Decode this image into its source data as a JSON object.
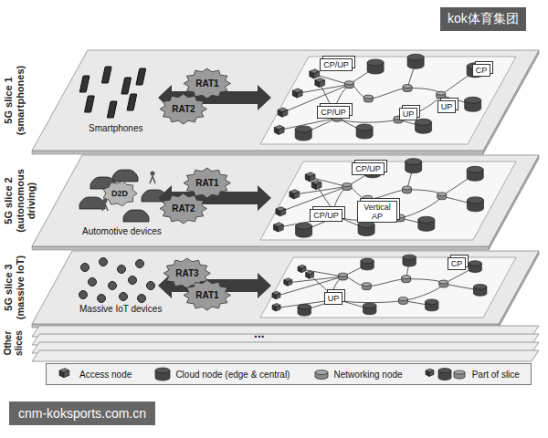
{
  "diagram": {
    "nodes": [
      {
        "text": [
          "5G slice 1 (smartphones)",
          "Smartphones"
        ]
      },
      {
        "text": [
          "RAT1"
        ],
        "in": 0
      },
      {
        "text": [
          "RAT2"
        ],
        "in": 0
      },
      {
        "text": [
          "CP/UP"
        ],
        "in": 0
      },
      {
        "text": [
          "CP"
        ],
        "in": 0
      },
      {
        "text": [
          "CP/UP"
        ],
        "in": 0
      },
      {
        "text": [
          "UP"
        ],
        "in": 0
      },
      {
        "text": [
          "UP"
        ],
        "in": 0
      },
      {
        "text": [
          "5G slice 2 (autonomous driving)",
          "Automotive devices"
        ]
      },
      {
        "text": [
          "D2D"
        ],
        "in": 8
      },
      {
        "text": [
          "RAT1"
        ],
        "in": 8
      },
      {
        "text": [
          "RAT2"
        ],
        "in": 8
      },
      {
        "text": [
          "CP/UP"
        ],
        "in": 8
      },
      {
        "text": [
          "CP/UP"
        ],
        "in": 8
      },
      {
        "text": [
          "Vertical AP"
        ],
        "in": 8
      },
      {
        "text": [
          "5G slice 3 (massive IoT)",
          "Massive IoT devices"
        ]
      },
      {
        "text": [
          "RAT3"
        ],
        "in": 15
      },
      {
        "text": [
          "RAT1"
        ],
        "in": 15
      },
      {
        "text": [
          "CP"
        ],
        "in": 15
      },
      {
        "text": [
          "UP"
        ],
        "in": 15
      },
      {
        "text": [
          "Other slices"
        ]
      }
    ],
    "labels": [
      "kok体育集团",
      "cnm-koksports.com.cn",
      "..."
    ],
    "legend": [
      {
        "text": "Access node"
      },
      {
        "text": "Cloud node (edge & central)"
      },
      {
        "text": "Networking node"
      },
      {
        "text": "Part of slice"
      }
    ]
  }
}
